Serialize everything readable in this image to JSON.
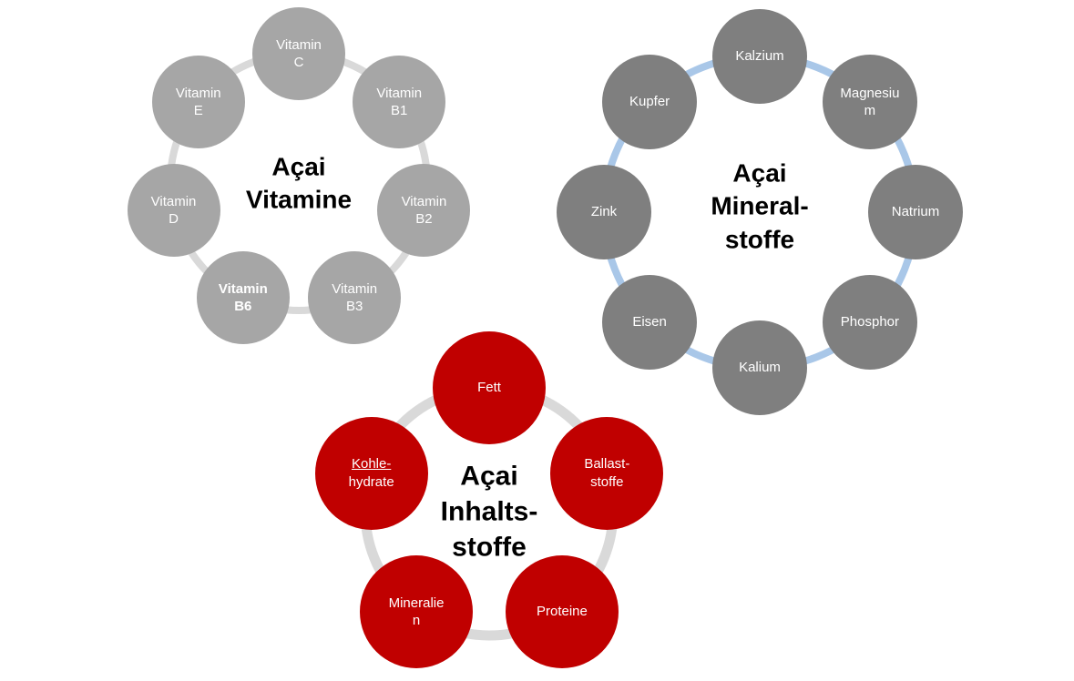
{
  "slide": {
    "background": "#ffffff"
  },
  "diagrams": [
    {
      "id": "vitamine",
      "title": "Açai\nVitamine",
      "title_color": "#000000",
      "node_color": "#a6a6a6",
      "ring_color": "#d9d9d9",
      "text_color": "#ffffff",
      "nodes": [
        {
          "label": "Vitamin\nC"
        },
        {
          "label": "Vitamin\nB1"
        },
        {
          "label": "Vitamin\nB2"
        },
        {
          "label": "Vitamin\nB3"
        },
        {
          "label": "Vitamin\nB6",
          "bold": true
        },
        {
          "label": "Vitamin\nD"
        },
        {
          "label": "Vitamin\nE"
        }
      ]
    },
    {
      "id": "mineralstoffe",
      "title": "Açai\nMineral-\nstoffe",
      "title_color": "#000000",
      "node_color": "#7f7f7f",
      "ring_color": "#a9c7e8",
      "text_color": "#ffffff",
      "nodes": [
        {
          "label": "Kalzium"
        },
        {
          "label": "Magnesiu\nm"
        },
        {
          "label": "Natrium"
        },
        {
          "label": "Phosphor"
        },
        {
          "label": "Kalium"
        },
        {
          "label": "Eisen"
        },
        {
          "label": "Zink"
        },
        {
          "label": "Kupfer"
        }
      ]
    },
    {
      "id": "inhaltsstoffe",
      "title": "Açai\nInhalts-\nstoffe",
      "title_color": "#000000",
      "node_color": "#c00000",
      "ring_color": "#d9d9d9",
      "text_color": "#ffffff",
      "nodes": [
        {
          "label": "Fett"
        },
        {
          "label": "Ballast-\nstoffe"
        },
        {
          "label": "Proteine"
        },
        {
          "label": "Mineralie\nn"
        },
        {
          "label": "Kohle-\nhydrate",
          "underline_first_line": true
        }
      ]
    }
  ]
}
